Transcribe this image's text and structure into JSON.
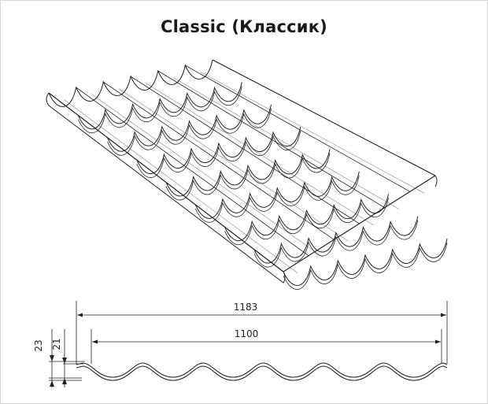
{
  "title": "Classic (Классик)",
  "dimensions": {
    "overall_width": "1183",
    "effective_width": "1100",
    "total_height": "23",
    "profile_height": "21"
  },
  "colors": {
    "line": "#222222",
    "background": "#ffffff"
  }
}
